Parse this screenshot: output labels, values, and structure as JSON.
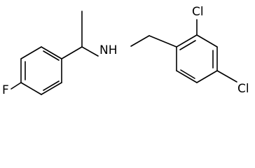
{
  "molecule": {
    "atoms": {
      "fluorine": "F",
      "amine": "NH",
      "chlorine_ortho": "Cl",
      "chlorine_para": "Cl"
    }
  }
}
